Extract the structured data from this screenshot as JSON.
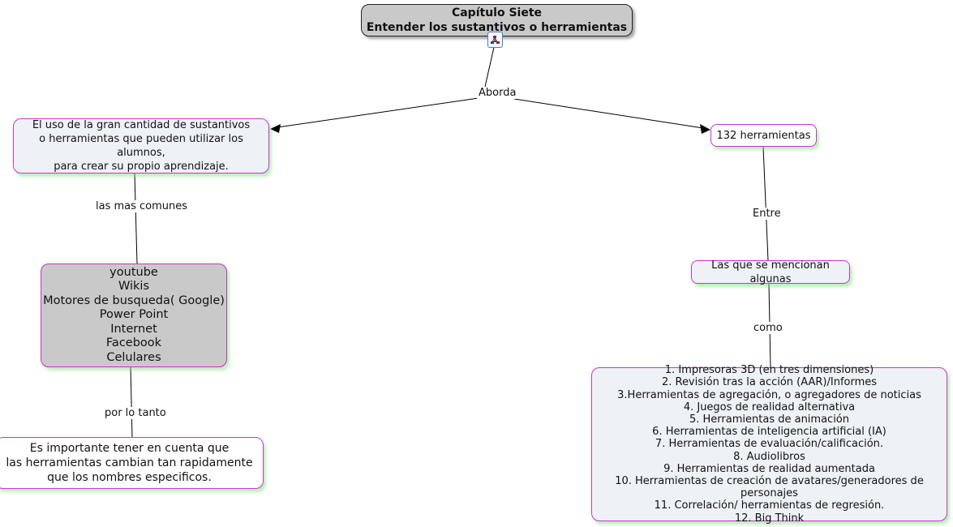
{
  "nodes": {
    "chapter": {
      "lines": [
        "Capítulo Siete",
        "Entender los sustantivos o herramientas"
      ]
    },
    "uso": {
      "lines": [
        "El uso de la gran cantidad de sustantivos",
        "o herramientas que pueden utilizar los alumnos,",
        "para crear su propio aprendizaje."
      ]
    },
    "tools_count": {
      "label": "132 herramientas"
    },
    "common_tools": {
      "lines": [
        "youtube",
        "Wikis",
        "Motores de busqueda( Google)",
        "Power Point",
        "Internet",
        "Facebook",
        "Celulares"
      ]
    },
    "important": {
      "lines": [
        "Es importante tener en cuenta que",
        "las herramientas cambian tan rapidamente",
        "que los nombres especificos."
      ]
    },
    "mentioned": {
      "label": "Las que se mencionan algunas"
    },
    "tool_list": {
      "items": [
        "1. Impresoras 3D (en tres dimensiones)",
        "2. Revisión tras la acción (AAR)/Informes",
        "3.Herramientas de agregación, o agregadores de noticias",
        "4. Juegos de realidad alternativa",
        "5. Herramientas de animación",
        "6. Herramientas de inteligencia artificial (IA)",
        "7. Herramientas de evaluación/calificación.",
        "8. Audiolibros",
        "9. Herramientas de realidad aumentada",
        "10. Herramientas de creación de avatares/generadores de personajes",
        "11. Correlación/ herramientas de regresión.",
        "12. Big Think"
      ]
    }
  },
  "linking_phrases": {
    "aborda": "Aborda",
    "las_mas_comunes": "las mas comunes",
    "por_lo_tanto": "por lo tanto",
    "entre": "Entre",
    "como": "como"
  },
  "icons": {
    "cmap_resource": "concept-map-resource-icon"
  },
  "colors": {
    "node_border": "#cc33cc",
    "title_border": "#222222",
    "gray_fill": "#c9c9c9",
    "light_fill": "#eef2f7",
    "white_fill": "#ffffff",
    "shadow_green": "#bdeebd",
    "line": "#000000",
    "icon_border": "#4a7ec8"
  }
}
